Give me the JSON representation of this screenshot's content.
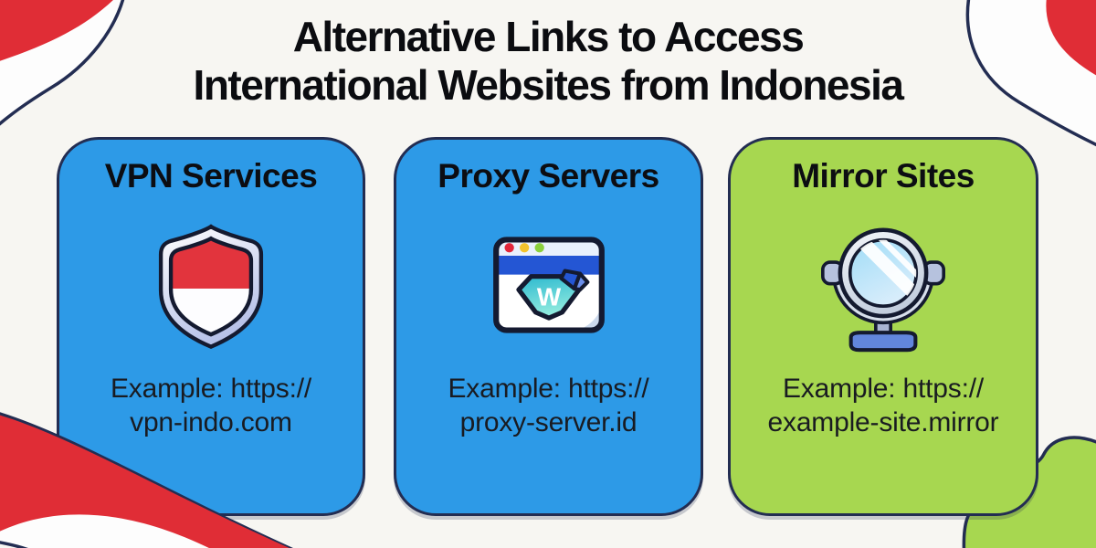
{
  "page": {
    "title_line1": "Alternative Links to Access",
    "title_line2": "International Websites from Indonesia",
    "background": "#f7f6f2"
  },
  "cards": [
    {
      "label": "VPN Services",
      "icon": "indonesian-flag-shield-icon",
      "example_line1": "Example: https://",
      "example_line2": "vpn-indo.com",
      "bg": "#2d9ae7"
    },
    {
      "label": "Proxy Servers",
      "icon": "browser-window-w-badge-icon",
      "example_line1": "Example: https://",
      "example_line2": "proxy-server.id",
      "bg": "#2d9ae7"
    },
    {
      "label": "Mirror Sites",
      "icon": "table-mirror-icon",
      "example_line1": "Example: https://",
      "example_line2": "example-site.mirror",
      "bg": "#a7d750"
    }
  ],
  "decorations": {
    "ribbon_red": "#e02d36",
    "ribbon_white": "#fdfdfd",
    "outline_navy": "#232d52",
    "blob_green": "#a7d750"
  }
}
